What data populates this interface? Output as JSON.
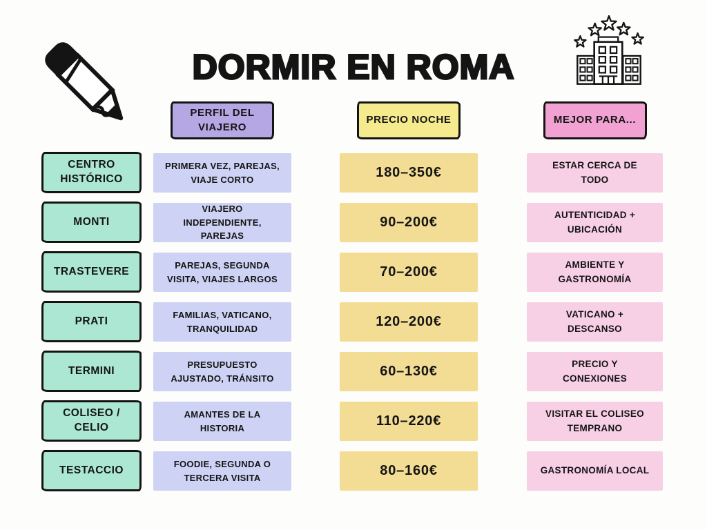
{
  "title": "DORMIR EN ROMA",
  "columns": {
    "perfil": {
      "label": "PERFIL DEL VIAJERO"
    },
    "precio": {
      "label": "PRECIO NOCHE"
    },
    "mejor": {
      "label": "MEJOR PARA..."
    }
  },
  "rows": [
    {
      "name": "CENTRO HISTÓRICO",
      "perfil": "PRIMERA VEZ, PAREJAS, VIAJE CORTO",
      "precio": "180–350€",
      "mejor": "ESTAR CERCA DE TODO"
    },
    {
      "name": "MONTI",
      "perfil": "VIAJERO INDEPENDIENTE, PAREJAS",
      "precio": "90–200€",
      "mejor": "AUTENTICIDAD + UBICACIÓN"
    },
    {
      "name": "TRASTEVERE",
      "perfil": "PAREJAS, SEGUNDA VISITA, VIAJES LARGOS",
      "precio": "70–200€",
      "mejor": "AMBIENTE Y GASTRONOMÍA"
    },
    {
      "name": "PRATI",
      "perfil": "FAMILIAS, VATICANO, TRANQUILIDAD",
      "precio": "120–200€",
      "mejor": "VATICANO + DESCANSO"
    },
    {
      "name": "TERMINI",
      "perfil": "PRESUPUESTO AJUSTADO, TRÁNSITO",
      "precio": "60–130€",
      "mejor": "PRECIO Y CONEXIONES"
    },
    {
      "name": "COLISEO / CELIO",
      "perfil": "AMANTES DE LA HISTORIA",
      "precio": "110–220€",
      "mejor": "VISITAR EL COLISEO TEMPRANO"
    },
    {
      "name": "TESTACCIO",
      "perfil": "FOODIE, SEGUNDA O TERCERA VISITA",
      "precio": "80–160€",
      "mejor": "GASTRONOMÍA LOCAL"
    }
  ],
  "icons": {
    "pencil": "pencil-icon",
    "hotel": "hotel-with-stars-icon"
  },
  "colors": {
    "background": "#fdfdfb",
    "ink": "#141414",
    "neighborhood_bg": "#abe7d2",
    "perfil_header_bg": "#b5a7e4",
    "perfil_cell_bg": "#ced2f4",
    "precio_header_bg": "#f6ea8e",
    "precio_cell_bg": "#f3dd95",
    "mejor_header_bg": "#f2a2d2",
    "mejor_cell_bg": "#f8d0e6"
  },
  "chart_data": {
    "type": "table",
    "title": "DORMIR EN ROMA",
    "column_headers": [
      "",
      "PERFIL DEL VIAJERO",
      "PRECIO NOCHE",
      "MEJOR PARA..."
    ],
    "rows": [
      [
        "CENTRO HISTÓRICO",
        "PRIMERA VEZ, PAREJAS, VIAJE CORTO",
        "180–350€",
        "ESTAR CERCA DE TODO"
      ],
      [
        "MONTI",
        "VIAJERO INDEPENDIENTE, PAREJAS",
        "90–200€",
        "AUTENTICIDAD + UBICACIÓN"
      ],
      [
        "TRASTEVERE",
        "PAREJAS, SEGUNDA VISITA, VIAJES LARGOS",
        "70–200€",
        "AMBIENTE Y GASTRONOMÍA"
      ],
      [
        "PRATI",
        "FAMILIAS, VATICANO, TRANQUILIDAD",
        "120–200€",
        "VATICANO + DESCANSO"
      ],
      [
        "TERMINI",
        "PRESUPUESTO AJUSTADO, TRÁNSITO",
        "60–130€",
        "PRECIO Y CONEXIONES"
      ],
      [
        "COLISEO / CELIO",
        "AMANTES DE LA HISTORIA",
        "110–220€",
        "VISITAR EL COLISEO TEMPRANO"
      ],
      [
        "TESTACCIO",
        "FOODIE, SEGUNDA O TERCERA VISITA",
        "80–160€",
        "GASTRONOMÍA LOCAL"
      ]
    ]
  }
}
